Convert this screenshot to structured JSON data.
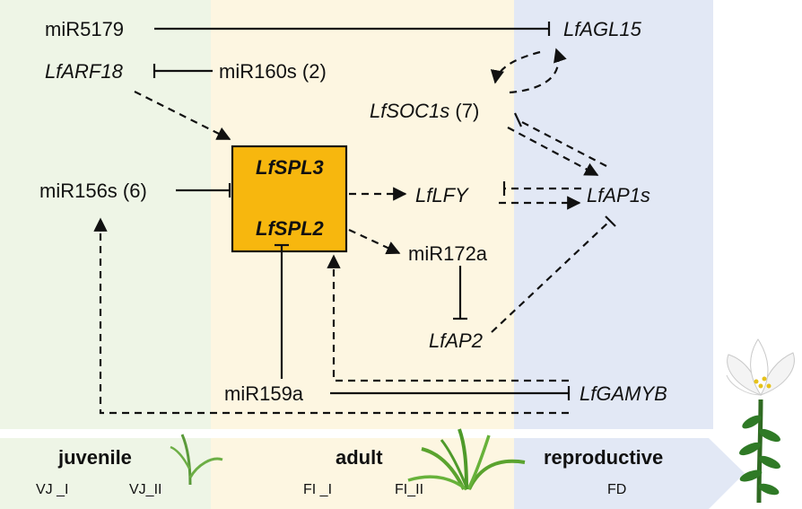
{
  "nodes": {
    "mir5179": "miR5179",
    "lfagl15": "LfAGL15",
    "lfarf18": "LfARF18",
    "mir160s": "miR160s (2)",
    "lfsoc1s_name": "LfSOC1s",
    "lfsoc1s_count": "(7)",
    "lfspl3": "LfSPL3",
    "lfspl2": "LfSPL2",
    "mir156s": "miR156s (6)",
    "lflfy": "LfLFY",
    "lfap1s": "LfAP1s",
    "mir172a": "miR172a",
    "lfap2": "LfAP2",
    "mir159a": "miR159a",
    "lfgamyb": "LfGAMYB"
  },
  "stages": {
    "juvenile": "juvenile",
    "adult": "adult",
    "reproductive": "reproductive",
    "sub": {
      "vj1": "VJ _I",
      "vj2": "VJ_II",
      "fi1": "FI _I",
      "fi2": "FI_II",
      "fd": "FD"
    }
  },
  "colors": {
    "juvenile_bg": "#eef5e6",
    "adult_bg": "#fdf6e1",
    "reproductive_bg": "#e2e8f5",
    "spl_box": "#f7b70e",
    "line": "#111111"
  }
}
